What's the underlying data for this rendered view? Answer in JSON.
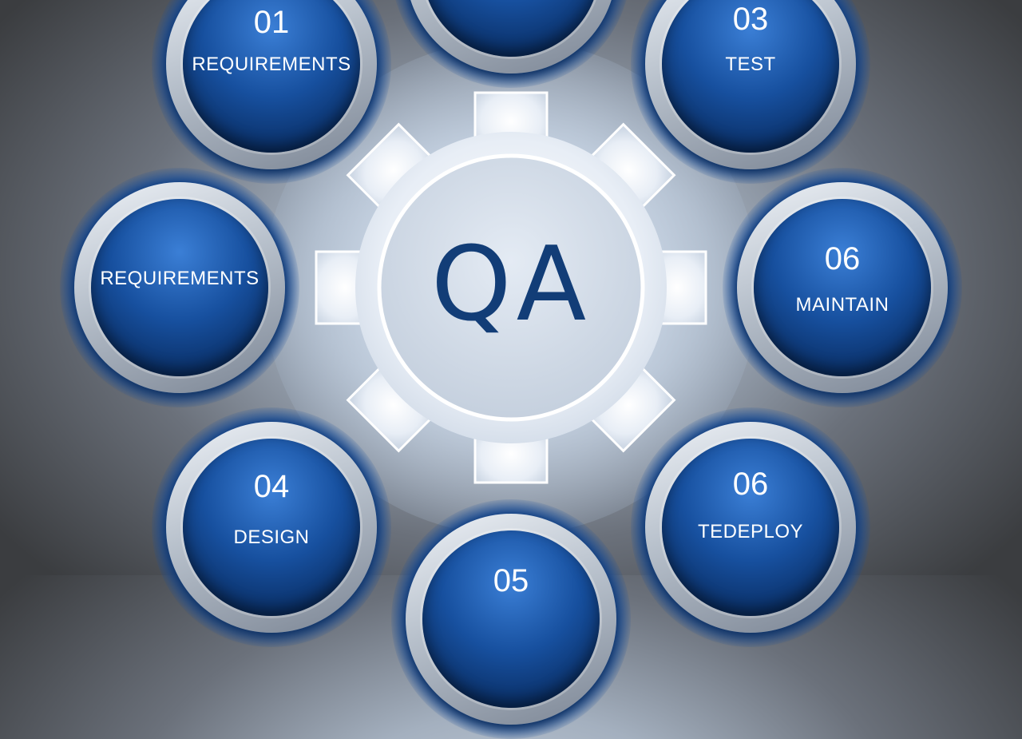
{
  "center": {
    "label": "QA"
  },
  "nodes": [
    {
      "id": "n1",
      "number": "01",
      "label": "REQUIREMENTS"
    },
    {
      "id": "n2",
      "number": "",
      "label": ""
    },
    {
      "id": "n3",
      "number": "03",
      "label": "TEST"
    },
    {
      "id": "n4",
      "number": "",
      "label": "REQUIREMENTS"
    },
    {
      "id": "n5",
      "number": "06",
      "label": "MAINTAIN"
    },
    {
      "id": "n6",
      "number": "04",
      "label": "DESIGN"
    },
    {
      "id": "n7",
      "number": "05",
      "label": ""
    },
    {
      "id": "n8",
      "number": "06",
      "label": "TEDEPLOY"
    }
  ],
  "colors": {
    "accent_blue": "#17509f",
    "center_text": "#123d77",
    "node_text": "#ffffff",
    "gear_fill": "#eef2f8"
  },
  "icons": {
    "center": "gear-icon"
  }
}
